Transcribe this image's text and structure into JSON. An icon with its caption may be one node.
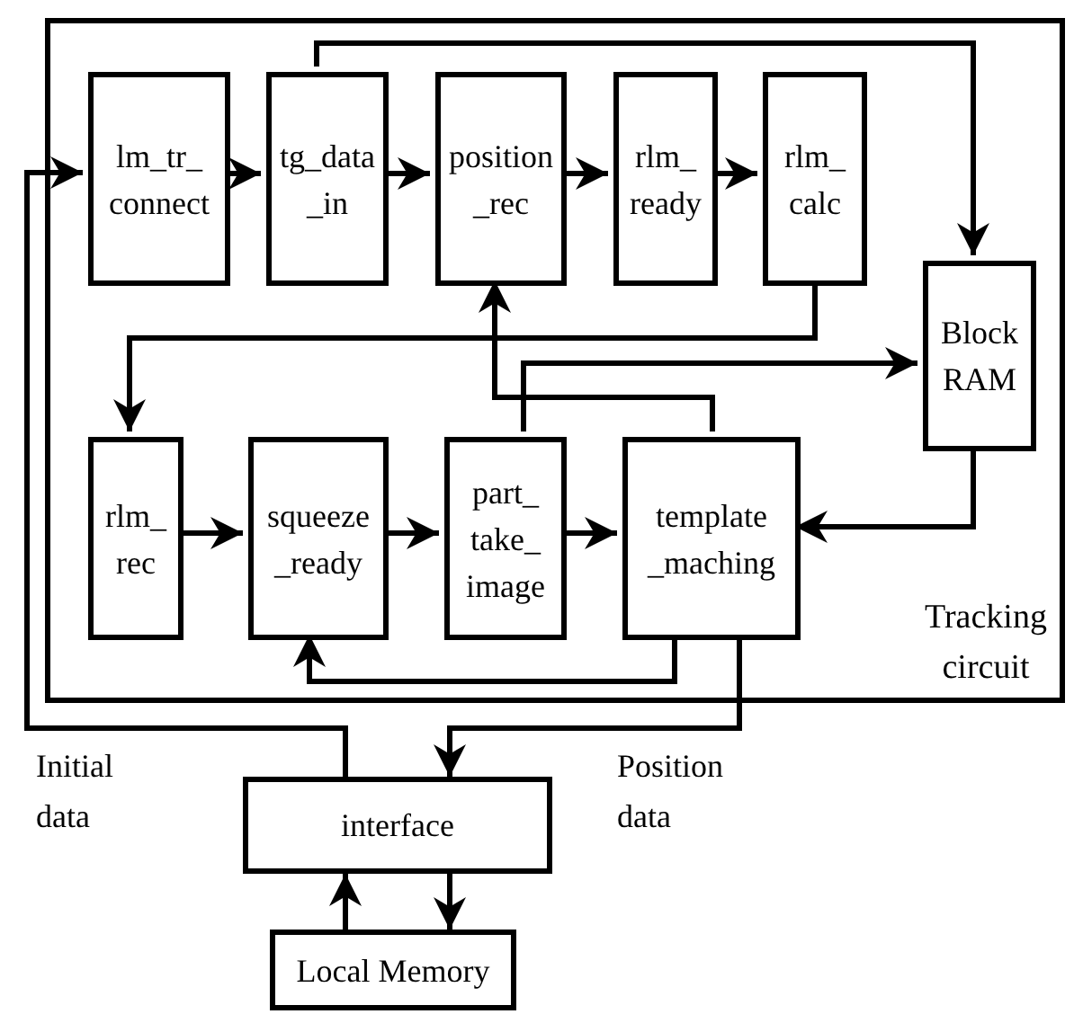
{
  "diagram": {
    "nodes": [
      {
        "text": [
          "Tracking circuit"
        ]
      },
      {
        "text": [
          "lm_tr_ connect"
        ],
        "in": 0
      },
      {
        "text": [
          "tg_data _in"
        ],
        "in": 0
      },
      {
        "text": [
          "position _rec"
        ],
        "in": 0
      },
      {
        "text": [
          "rlm_ ready"
        ],
        "in": 0
      },
      {
        "text": [
          "rlm_ calc"
        ],
        "in": 0
      },
      {
        "text": [
          "Block RAM"
        ],
        "in": 0
      },
      {
        "text": [
          "rlm_ rec"
        ],
        "in": 0
      },
      {
        "text": [
          "squeeze _ready"
        ],
        "in": 0
      },
      {
        "text": [
          "part_ take_ image"
        ],
        "in": 0
      },
      {
        "text": [
          "template _maching"
        ],
        "in": 0
      },
      {
        "text": [
          "interface"
        ]
      },
      {
        "text": [
          "Local Memory"
        ]
      }
    ],
    "edges": [
      {
        "from": 1,
        "to": 2,
        "arrow": "to"
      },
      {
        "from": 2,
        "to": 3,
        "arrow": "to"
      },
      {
        "from": 3,
        "to": 4,
        "arrow": "to"
      },
      {
        "from": 4,
        "to": 5,
        "arrow": "to"
      },
      {
        "from": 2,
        "to": 6,
        "arrow": "to"
      },
      {
        "from": 5,
        "to": 7,
        "arrow": "to"
      },
      {
        "from": 7,
        "to": 8,
        "arrow": "to"
      },
      {
        "from": 8,
        "to": 9,
        "arrow": "to"
      },
      {
        "from": 9,
        "to": 10,
        "arrow": "to"
      },
      {
        "from": 10,
        "to": 3,
        "arrow": "to"
      },
      {
        "from": 9,
        "to": 6,
        "arrow": "to"
      },
      {
        "from": 6,
        "to": 10,
        "arrow": "to"
      },
      {
        "from": 10,
        "to": 8,
        "arrow": "to"
      },
      {
        "from": 10,
        "to": 11,
        "arrow": "to",
        "label": "Position data"
      },
      {
        "from": 11,
        "to": 1,
        "arrow": "to",
        "label": "Initial data"
      },
      {
        "from": 11,
        "to": 12,
        "arrow": "to"
      },
      {
        "from": 12,
        "to": 11,
        "arrow": "to"
      }
    ]
  }
}
